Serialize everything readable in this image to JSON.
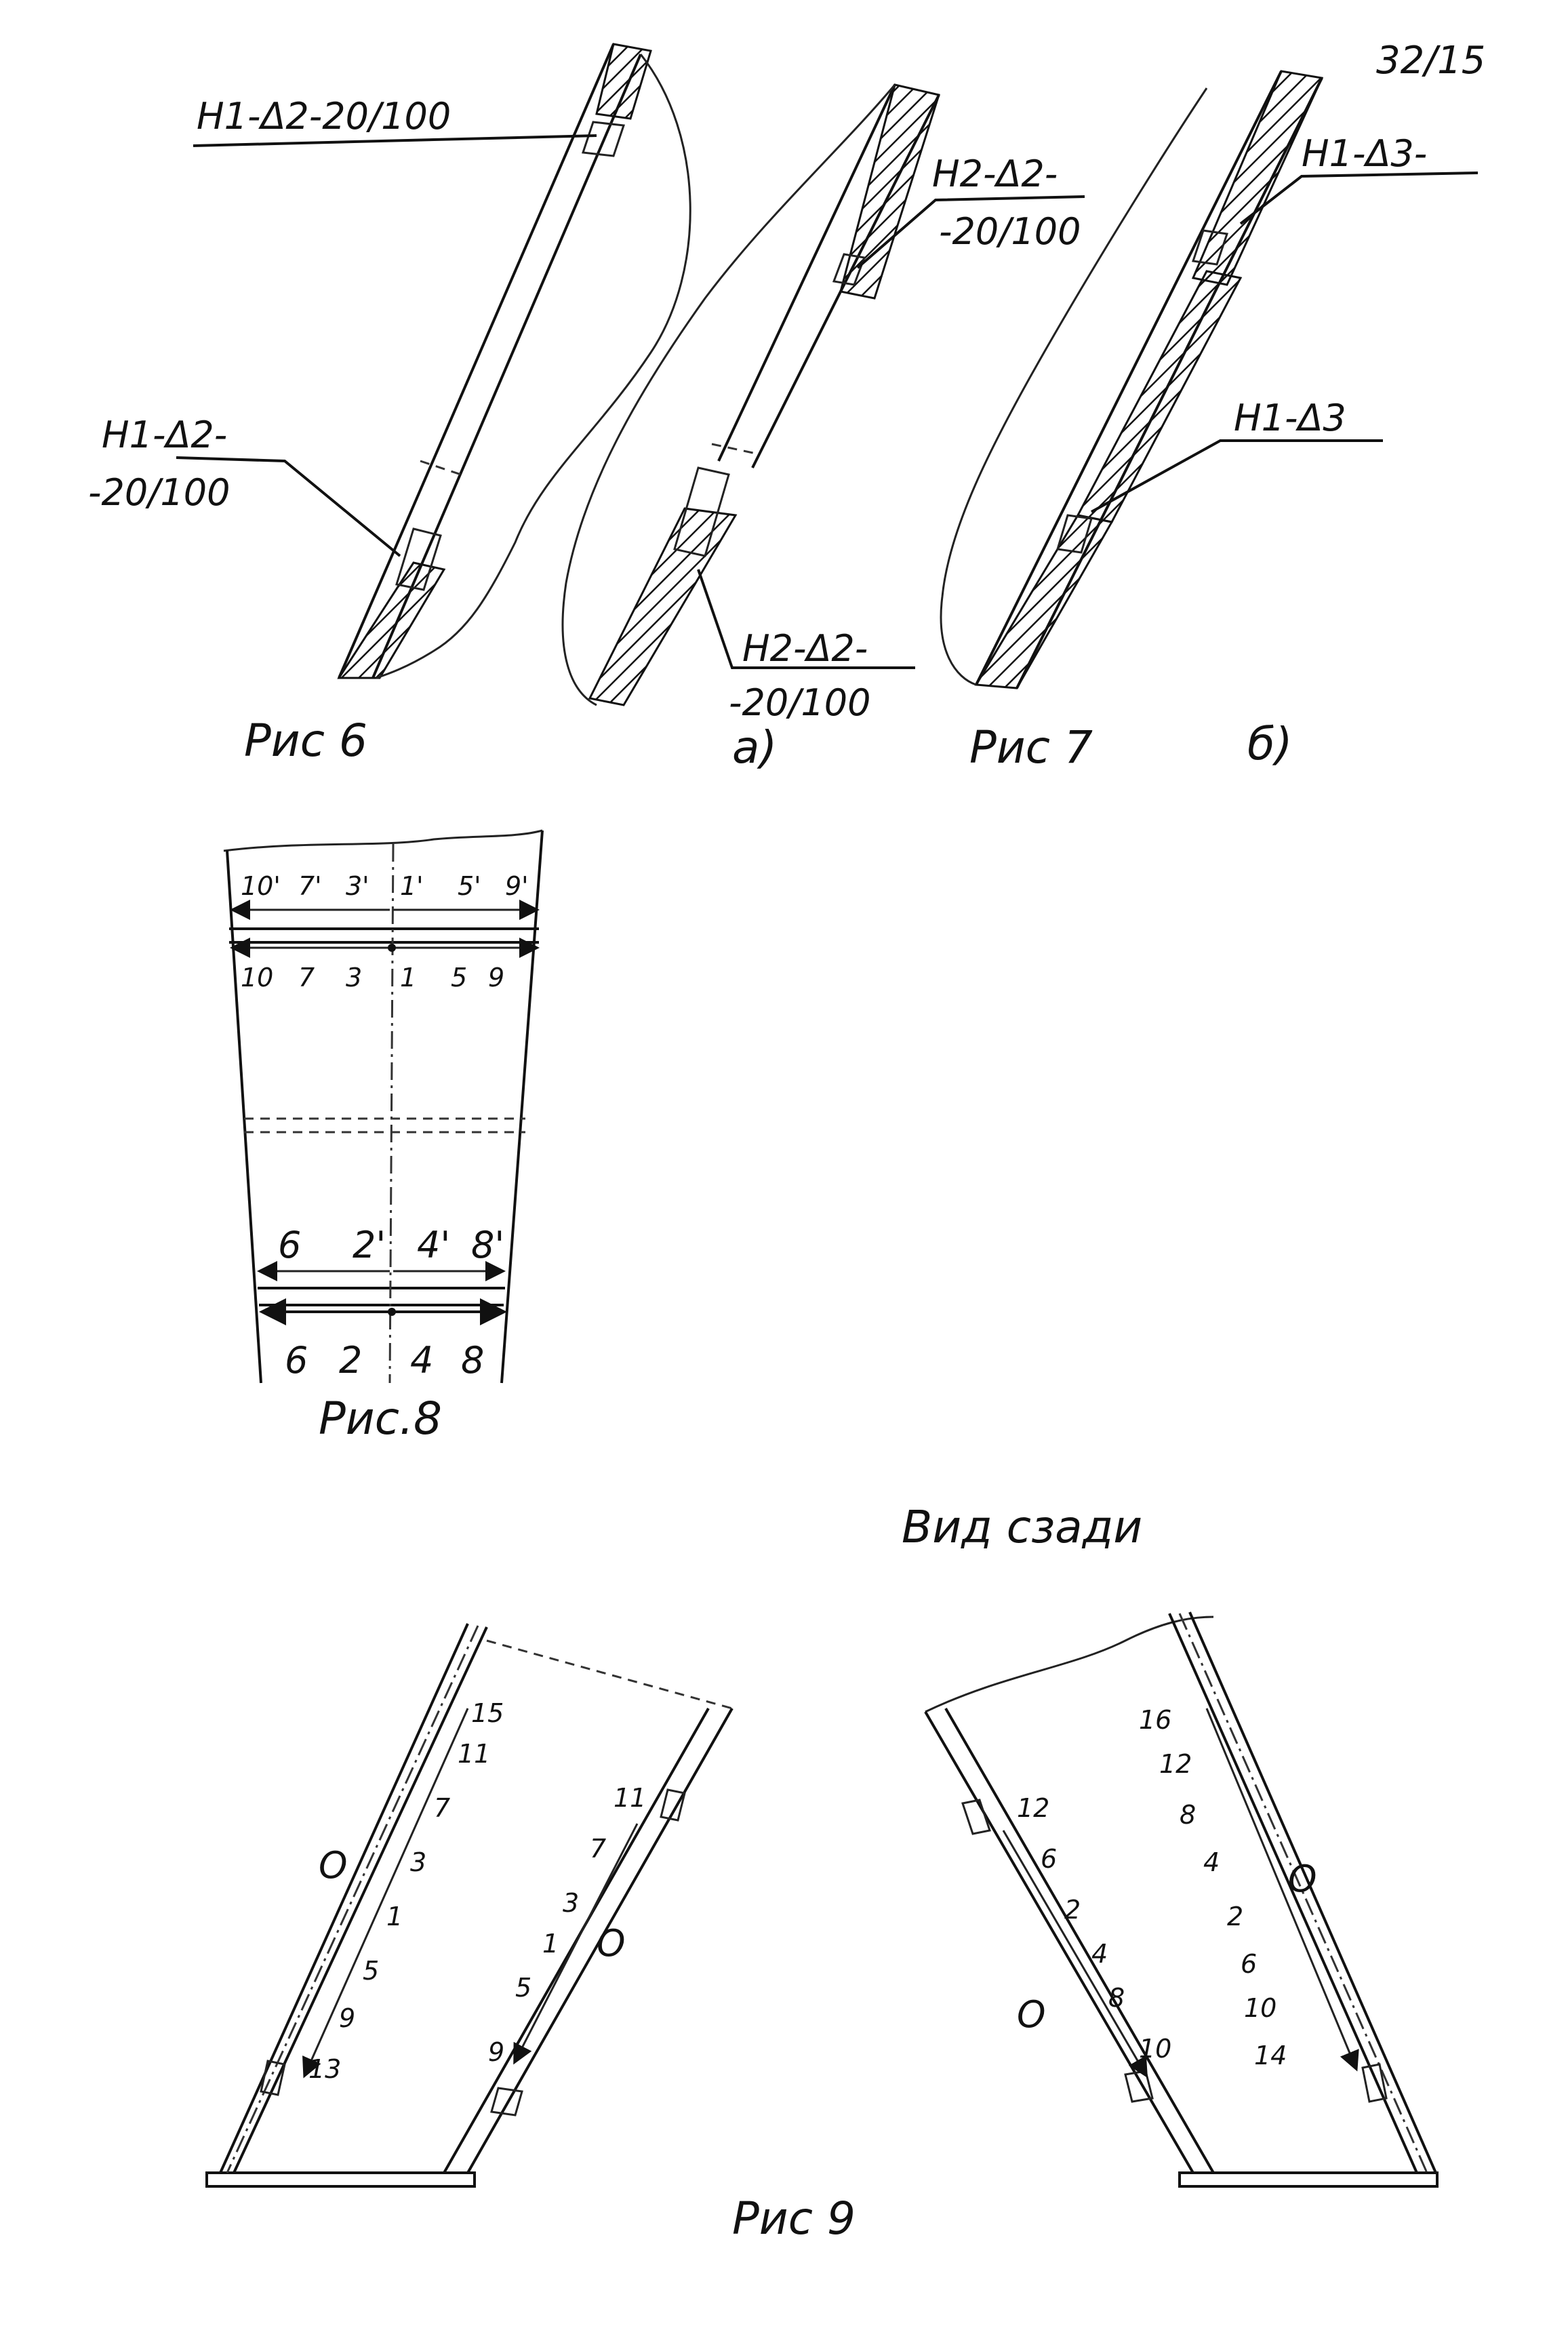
{
  "page_number": "32/15",
  "fig6": {
    "caption": "Рис 6",
    "label_top": "Н1-Δ2-20/100",
    "label_bottom_1": "Н1-Δ2-",
    "label_bottom_2": "-20/100"
  },
  "fig7": {
    "caption": "Рис 7",
    "sub_a": "а)",
    "sub_b": "б)",
    "a_label_top_1": "Н2-Δ2-",
    "a_label_top_2": "-20/100",
    "a_label_bottom_1": "Н2-Δ2-",
    "a_label_bottom_2": "-20/100",
    "b_label_top": "Н1-Δ3-",
    "b_label_bottom": "Н1-Δ3"
  },
  "fig8": {
    "caption": "Рис.8",
    "top_primed": [
      "10'",
      "7'",
      "3'",
      "1'",
      "5'",
      "9'"
    ],
    "top_plain": [
      "10",
      "7",
      "3",
      "1",
      "5",
      "9"
    ],
    "bottom_primed": [
      "6",
      "2'",
      "4'",
      "8'"
    ],
    "bottom_plain": [
      "6",
      "2",
      "4",
      "8"
    ]
  },
  "fig9": {
    "caption": "Рис 9",
    "view_title": "Вид сзади",
    "left_outer_zero": "О",
    "left_outer_seq": [
      "15",
      "11",
      "7",
      "3",
      "1",
      "5",
      "9",
      "13"
    ],
    "left_inner_zero": "О",
    "left_inner_seq": [
      "11",
      "7",
      "3",
      "1",
      "5",
      "9"
    ],
    "right_inner_zero": "О",
    "right_inner_seq": [
      "12",
      "6",
      "2",
      "4",
      "8",
      "10"
    ],
    "right_outer_zero": "О",
    "right_outer_seq": [
      "16",
      "12",
      "8",
      "4",
      "2",
      "6",
      "10",
      "14"
    ]
  }
}
